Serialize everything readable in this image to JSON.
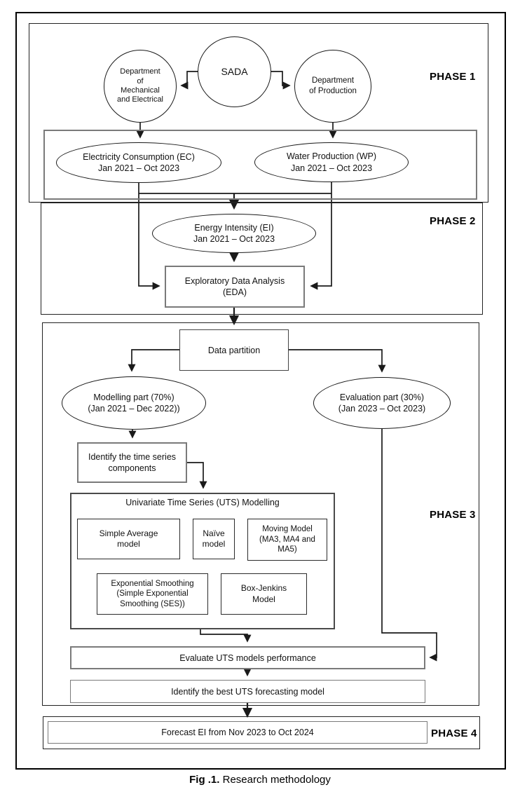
{
  "figure": {
    "caption_prefix": "Fig .1.",
    "caption_text": " Research methodology"
  },
  "phases": {
    "phase1": "PHASE 1",
    "phase2": "PHASE 2",
    "phase3": "PHASE 3",
    "phase4": "PHASE 4"
  },
  "nodes": {
    "sada": {
      "label": "SADA"
    },
    "dept_mech": {
      "lines": [
        "Department",
        "of",
        "Mechanical",
        "and Electrical"
      ]
    },
    "dept_prod": {
      "lines": [
        "Department",
        "of Production"
      ]
    },
    "ec": {
      "lines": [
        "Electricity Consumption (EC)",
        "Jan 2021 – Oct 2023"
      ]
    },
    "wp": {
      "lines": [
        "Water Production (WP)",
        "Jan 2021 – Oct 2023"
      ]
    },
    "ei": {
      "lines": [
        "Energy Intensity (EI)",
        "Jan 2021 – Oct 2023"
      ]
    },
    "eda": {
      "lines": [
        "Exploratory Data Analysis",
        "(EDA)"
      ]
    },
    "data_partition": {
      "label": "Data partition"
    },
    "modelling": {
      "lines": [
        "Modelling part (70%)",
        "(Jan 2021 – Dec 2022))"
      ]
    },
    "evaluation": {
      "lines": [
        "Evaluation part (30%)",
        "(Jan 2023 – Oct 2023)"
      ]
    },
    "identify_ts": {
      "lines": [
        "Identify the time series",
        "components"
      ]
    },
    "uts": {
      "title": "Univariate Time Series (UTS) Modelling"
    },
    "simple_avg": {
      "lines": [
        "Simple Average",
        "model"
      ]
    },
    "naive": {
      "lines": [
        "Naïve",
        "model"
      ]
    },
    "moving": {
      "lines": [
        "Moving Model",
        "(MA3, MA4 and",
        "MA5)"
      ]
    },
    "exp_smoothing": {
      "lines": [
        "Exponential Smoothing",
        "(Simple Exponential",
        "Smoothing (SES))"
      ]
    },
    "box_jenkins": {
      "lines": [
        "Box-Jenkins",
        "Model"
      ]
    },
    "evaluate": {
      "label": "Evaluate UTS models performance"
    },
    "identify_best": {
      "label": "Identify the best UTS forecasting model"
    },
    "forecast": {
      "label": "Forecast EI from Nov 2023 to Oct 2024"
    }
  },
  "colors": {
    "line": "#1a1a1a",
    "grey_box_border": "#7a7a7a",
    "background": "#ffffff"
  }
}
